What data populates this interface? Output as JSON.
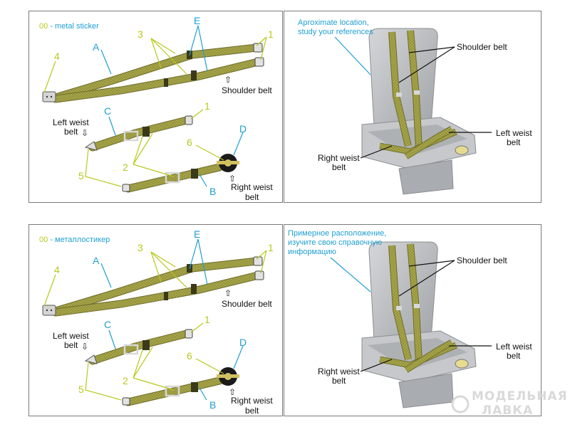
{
  "top": {
    "legend_code": "00",
    "legend_text": " - metal sticker",
    "note_line1": "Aproximate location,",
    "note_line2": "study your references",
    "note_line3": ""
  },
  "bottom": {
    "legend_code": "00",
    "legend_text": " - металлостикер",
    "note_line1": "Примерное расположение,",
    "note_line2": "изучите свою справочную",
    "note_line3": "информацию"
  },
  "labels": {
    "num_1": "1",
    "num_2": "2",
    "num_3": "3",
    "num_4": "4",
    "num_5": "5",
    "num_6": "6",
    "let_A": "A",
    "let_B": "B",
    "let_C": "C",
    "let_D": "D",
    "let_E": "E",
    "shoulder_belt": "Shoulder belt",
    "left_weist": "Left weist",
    "right_weist": "Right weist",
    "belt": "belt"
  },
  "watermark": {
    "line1": "МОДЕЛЬНАЯ",
    "line2": "ЛАВКА"
  },
  "colors": {
    "belt": "#a9a84a",
    "belt_dark": "#7d7b33",
    "callout_yellow": "#b8c91a",
    "callout_blue": "#1f9fd2",
    "seat": "#bdbfc2"
  }
}
